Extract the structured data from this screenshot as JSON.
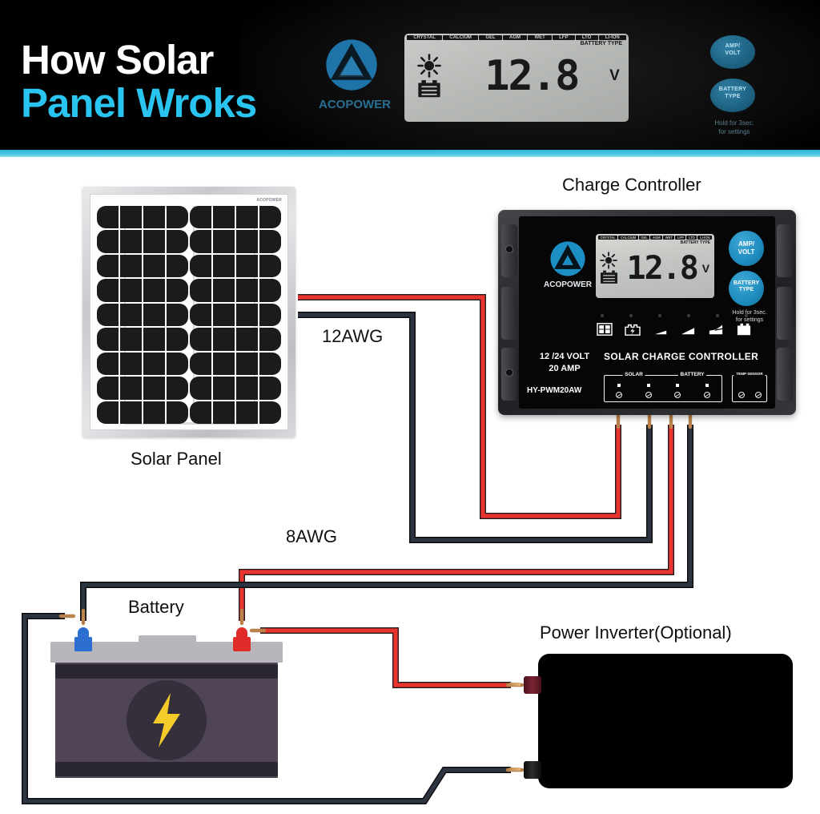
{
  "header": {
    "title_line1": "How Solar",
    "title_line2": "Panel Wroks",
    "brand": "ACOPOWER",
    "lcd": {
      "battery_types": [
        "CRYSTAL",
        "CALCIUM",
        "GEL",
        "AGM",
        "WET",
        "LFP",
        "LTO",
        "LI-ION"
      ],
      "battery_type_label": "BATTERY TYPE",
      "value": "12.8",
      "unit": "V"
    },
    "buttons": [
      {
        "line1": "AMP/",
        "line2": "VOLT"
      },
      {
        "line1": "BATTERY",
        "line2": "TYPE"
      }
    ],
    "hint_line1": "Hold for 3sec.",
    "hint_line2": "for settings",
    "accent_color": "#2fb6d9",
    "title_accent_color": "#29c5f0"
  },
  "diagram": {
    "labels": {
      "charge_controller": "Charge  Controller",
      "solar_panel": "Solar  Panel",
      "battery": "Battery",
      "power_inverter": "Power  Inverter(Optional)"
    },
    "wire_labels": {
      "panel_to_controller": "12AWG",
      "controller_to_battery": "8AWG"
    },
    "wire_colors": {
      "positive": "#e8332f",
      "negative": "#2c3441",
      "copper": "#b8824a"
    },
    "solar_panel": {
      "brand": "ACOPOWER",
      "cell_columns": 8,
      "cell_rows": 9,
      "frame_color": "#c7c9cc",
      "cell_color": "#1b1b1b"
    },
    "controller": {
      "brand": "ACOPOWER",
      "lcd": {
        "battery_types": [
          "CRYSTAL",
          "CALCIUM",
          "GEL",
          "AGM",
          "WET",
          "LFP",
          "LTO",
          "LI-ION"
        ],
        "battery_type_label": "BATTERY TYPE",
        "value": "12.8",
        "unit": "V"
      },
      "buttons": [
        {
          "line1": "AMP/",
          "line2": "VOLT"
        },
        {
          "line1": "BATTERY",
          "line2": "TYPE"
        }
      ],
      "hint_line1": "Hold for 3sec.",
      "hint_line2": "for settings",
      "rating_line1": "12 /24 VOLT",
      "rating_line2": "20 AMP",
      "model": "HY-PWM20AW",
      "product_title": "SOLAR CHARGE CONTROLLER",
      "terminals": [
        {
          "name": "SOLAR"
        },
        {
          "name": "BATTERY"
        },
        {
          "name": "TEMP SENSOR"
        }
      ],
      "status_icon_names": [
        "solar-panel-icon",
        "battery-charging-icon",
        "battery-level-1-icon",
        "battery-level-2-icon",
        "battery-level-3-icon",
        "battery-full-icon"
      ],
      "accent_color": "#1e8cc0"
    },
    "battery": {
      "positive_terminal_color": "#e02b2b",
      "negative_terminal_color": "#2d6fd0",
      "body_color": "#4f4458",
      "bolt_color": "#f5cb2a"
    },
    "inverter": {
      "body_color": "#000000",
      "positive_post_color": "#6e1d2a",
      "negative_post_color": "#1a1a1a"
    }
  }
}
